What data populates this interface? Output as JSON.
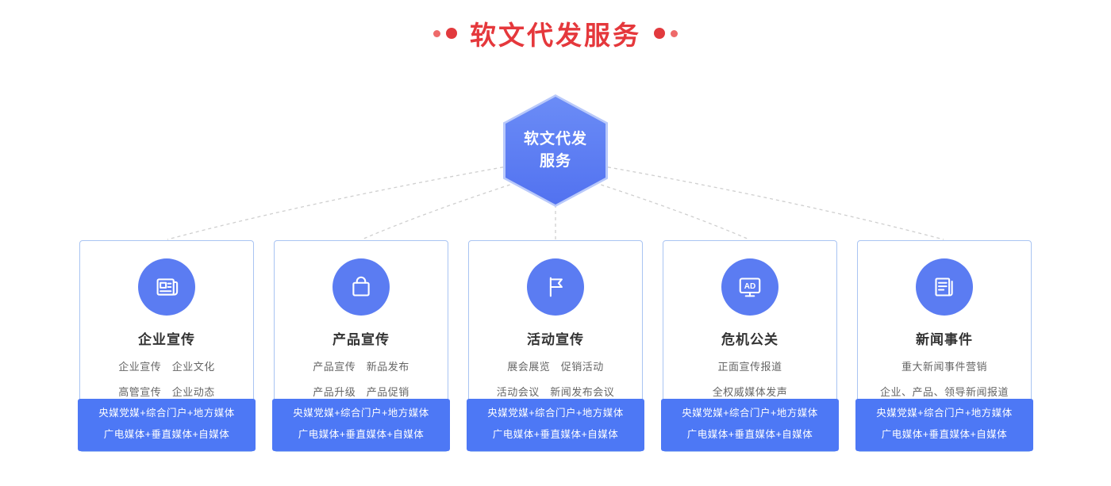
{
  "header": {
    "title": "软文代发服务"
  },
  "colors": {
    "accent_red": "#e5383c",
    "primary_blue": "#5b7cf2",
    "footer_blue": "#4d78f5",
    "card_border": "#a9c4f2"
  },
  "hexagon": {
    "line1": "软文代发",
    "line2": "服务"
  },
  "cards": [
    {
      "icon": "newspaper-icon",
      "title": "企业宣传",
      "desc_lines": [
        "企业宣传　企业文化",
        "高管宣传　企业动态"
      ],
      "footer_lines": [
        "央媒党媒+综合门户+地方媒体",
        "广电媒体+垂直媒体+自媒体"
      ]
    },
    {
      "icon": "shopping-bag-icon",
      "title": "产品宣传",
      "desc_lines": [
        "产品宣传　新品发布",
        "产品升级　产品促销"
      ],
      "footer_lines": [
        "央媒党媒+综合门户+地方媒体",
        "广电媒体+垂直媒体+自媒体"
      ]
    },
    {
      "icon": "flag-icon",
      "title": "活动宣传",
      "desc_lines": [
        "展会展览　促销活动",
        "活动会议　新闻发布会议"
      ],
      "footer_lines": [
        "央媒党媒+综合门户+地方媒体",
        "广电媒体+垂直媒体+自媒体"
      ]
    },
    {
      "icon": "ad-screen-icon",
      "title": "危机公关",
      "desc_lines": [
        "正面宣传报道",
        "全权威媒体发声"
      ],
      "footer_lines": [
        "央媒党媒+综合门户+地方媒体",
        "广电媒体+垂直媒体+自媒体"
      ]
    },
    {
      "icon": "news-doc-icon",
      "title": "新闻事件",
      "desc_lines": [
        "重大新闻事件营销",
        "企业、产品、领导新闻报道"
      ],
      "footer_lines": [
        "央媒党媒+综合门户+地方媒体",
        "广电媒体+垂直媒体+自媒体"
      ]
    }
  ]
}
